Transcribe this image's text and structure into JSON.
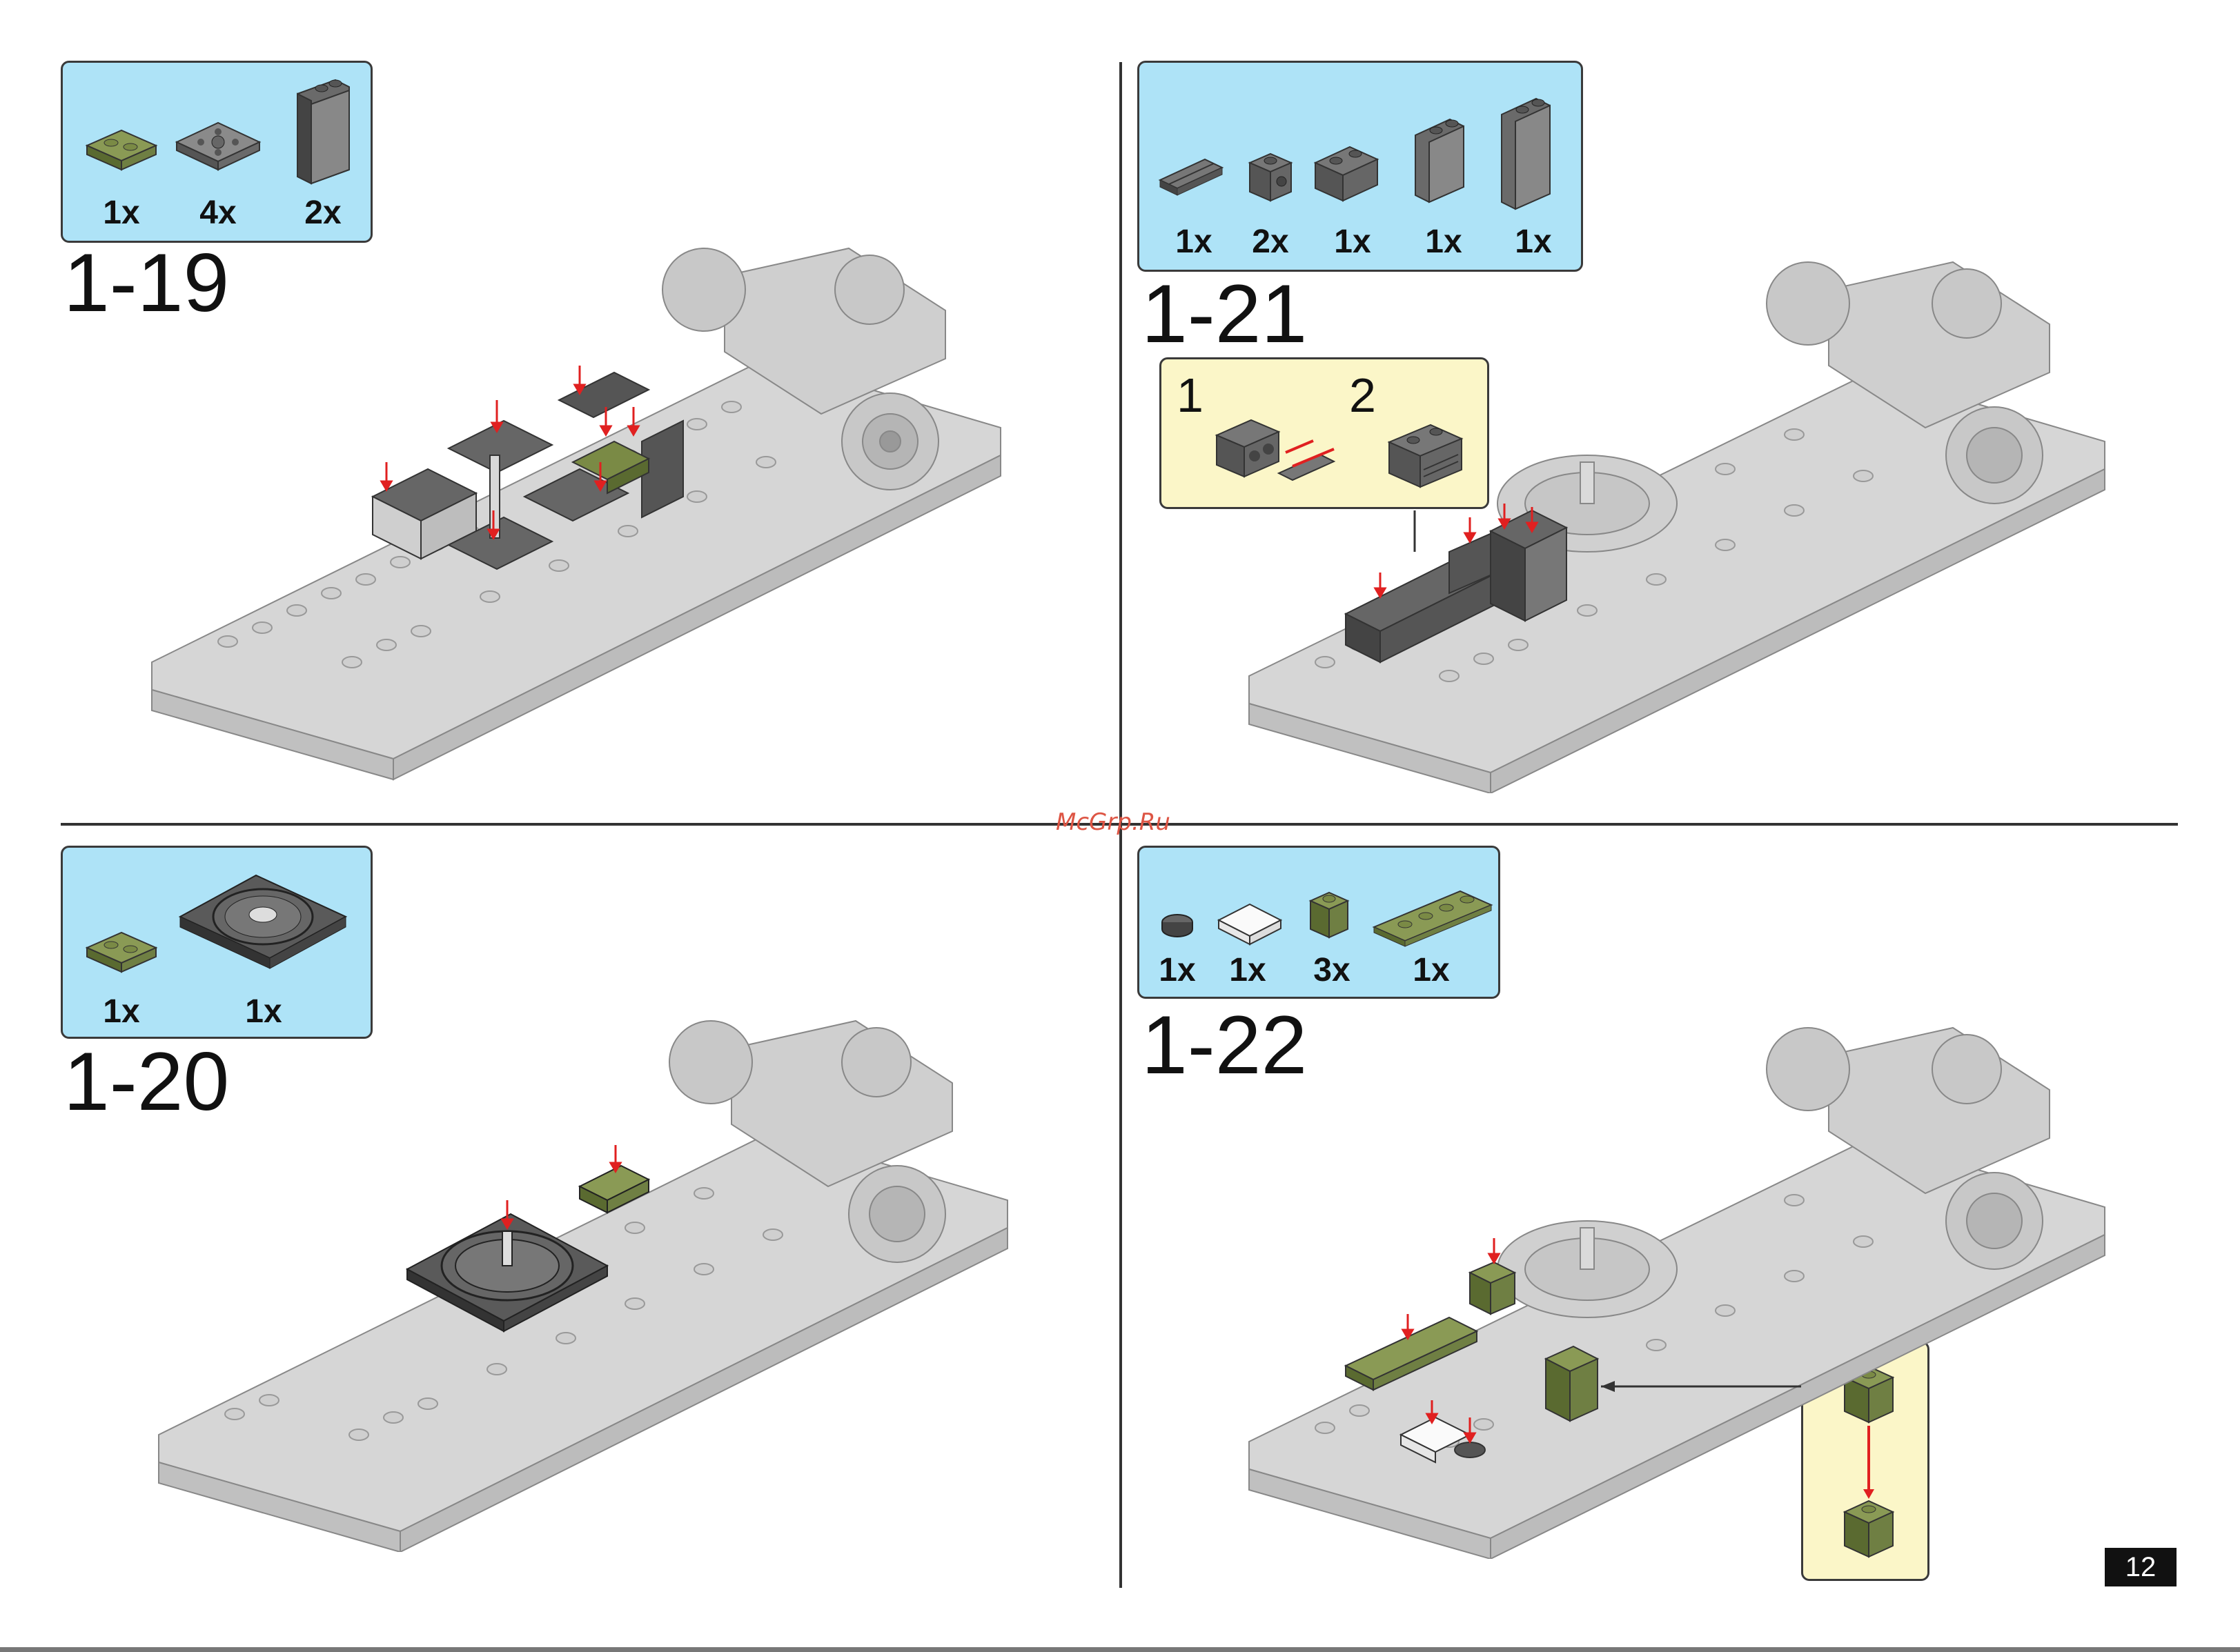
{
  "watermark": "McGrp.Ru",
  "page_number": "12",
  "steps": [
    {
      "id": "1-19",
      "quantities": [
        "1x",
        "4x",
        "2x"
      ]
    },
    {
      "id": "1-21",
      "quantities": [
        "1x",
        "2x",
        "1x",
        "1x",
        "1x"
      ],
      "inset_labels": [
        "1",
        "2"
      ]
    },
    {
      "id": "1-20",
      "quantities": [
        "1x",
        "1x"
      ]
    },
    {
      "id": "1-22",
      "quantities": [
        "1x",
        "1x",
        "3x",
        "1x"
      ]
    }
  ],
  "colors": {
    "parts_panel": "#aee3f7",
    "inset_panel": "#fbf6c8",
    "dark_brick": "#555555",
    "olive_brick": "#6f7f43",
    "light_brick": "#d6d6d6",
    "arrow_red": "#e02020"
  }
}
